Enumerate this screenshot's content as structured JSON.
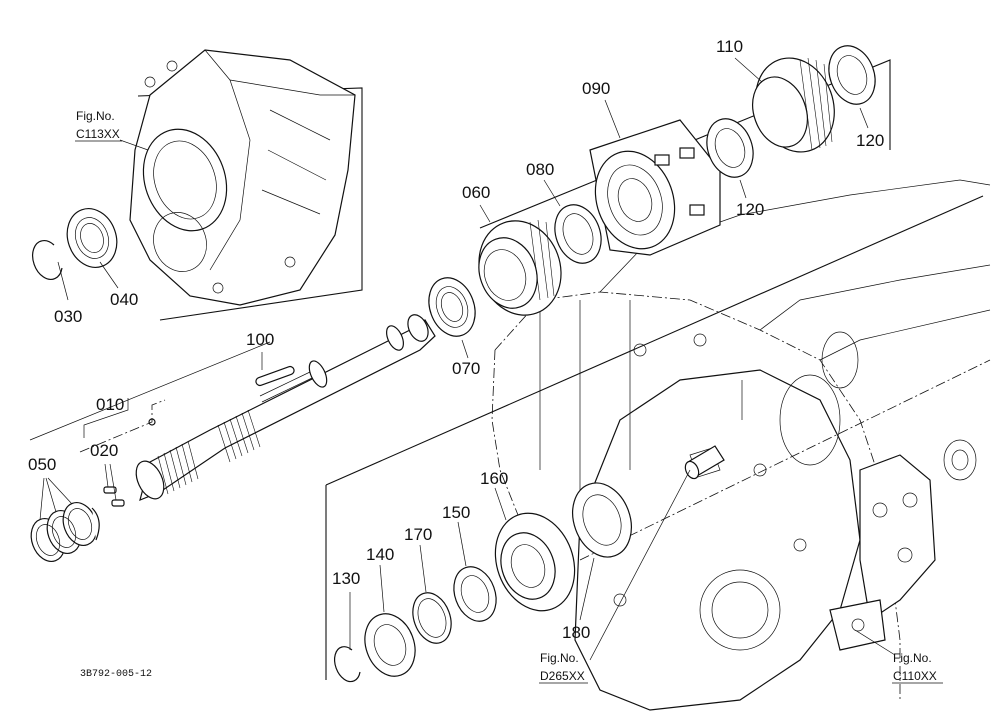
{
  "diagram": {
    "callouts": {
      "p010": "010",
      "p020": "020",
      "p030": "030",
      "p040": "040",
      "p050": "050",
      "p060": "060",
      "p070": "070",
      "p080": "080",
      "p090": "090",
      "p100": "100",
      "p110": "110",
      "p120a": "120",
      "p120b": "120",
      "p130": "130",
      "p140": "140",
      "p150": "150",
      "p160": "160",
      "p170": "170",
      "p180": "180"
    },
    "figure_refs": {
      "c113": {
        "line1": "Fig.No.",
        "line2": "C113XX"
      },
      "d265": {
        "line1": "Fig.No.",
        "line2": "D265XX"
      },
      "c110": {
        "line1": "Fig.No.",
        "line2": "C110XX"
      }
    },
    "footer_code": "3B792-005-12"
  }
}
